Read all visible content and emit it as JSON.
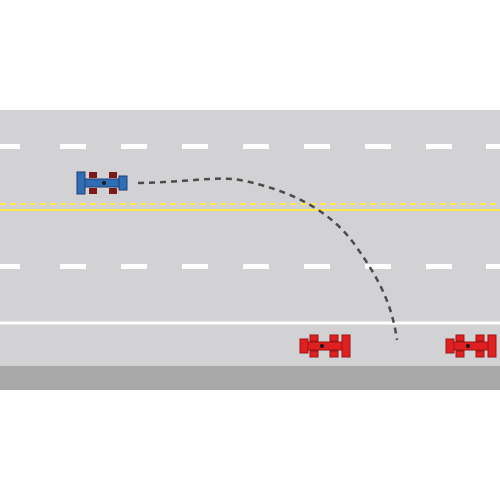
{
  "scene": {
    "type": "top-down road lane-change game",
    "colors": {
      "background": "#ffffff",
      "road": "#d2d1d3",
      "road_edge": "#a8a8a8",
      "lane_dash": "#ffffff",
      "center_line": "#ffe84b",
      "shoulder_line": "#ffffff",
      "trajectory": "#4b4b4b",
      "player_car": "#2f6db5",
      "player_car_outline": "#1d3f73",
      "opponent_car": "#e02020",
      "opponent_car_outline": "#9c1414",
      "tire": "#7a1a1a"
    },
    "player_car": {
      "icon": "race-car-icon",
      "direction": "right"
    },
    "opponent_cars": [
      {
        "icon": "race-car-icon",
        "direction": "left"
      },
      {
        "icon": "race-car-icon",
        "direction": "left"
      }
    ],
    "trajectory": {
      "style": "dashed",
      "description_free": true
    }
  }
}
